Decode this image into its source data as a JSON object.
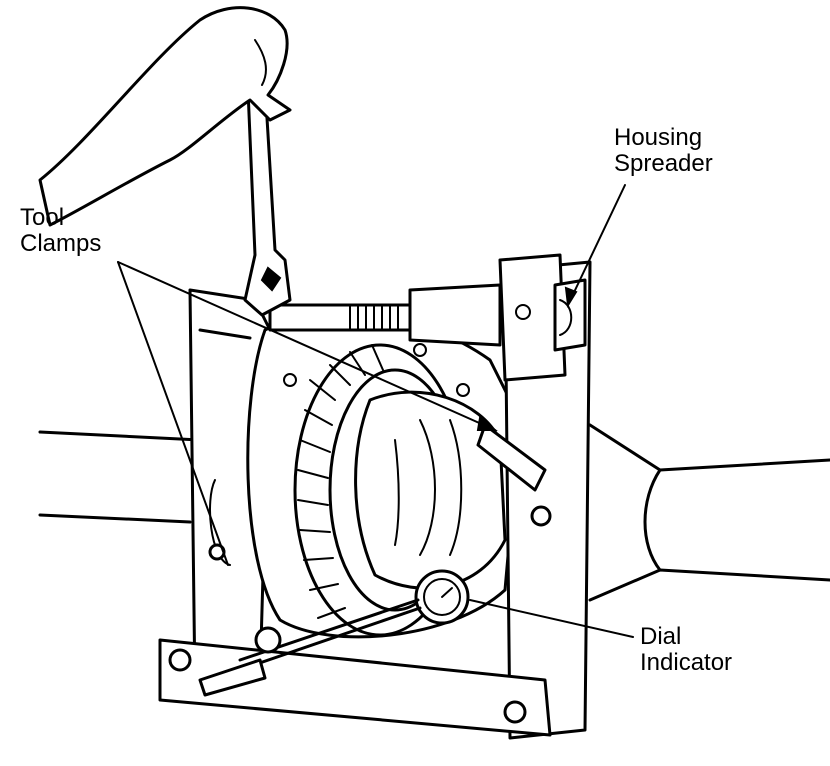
{
  "labels": {
    "tool_clamps": [
      "Tool",
      "Clamps"
    ],
    "housing_spreader": [
      "Housing",
      "Spreader"
    ],
    "dial_indicator": [
      "Dial",
      "Indicator"
    ]
  },
  "colors": {
    "ink": "#000000",
    "paper": "#ffffff"
  }
}
